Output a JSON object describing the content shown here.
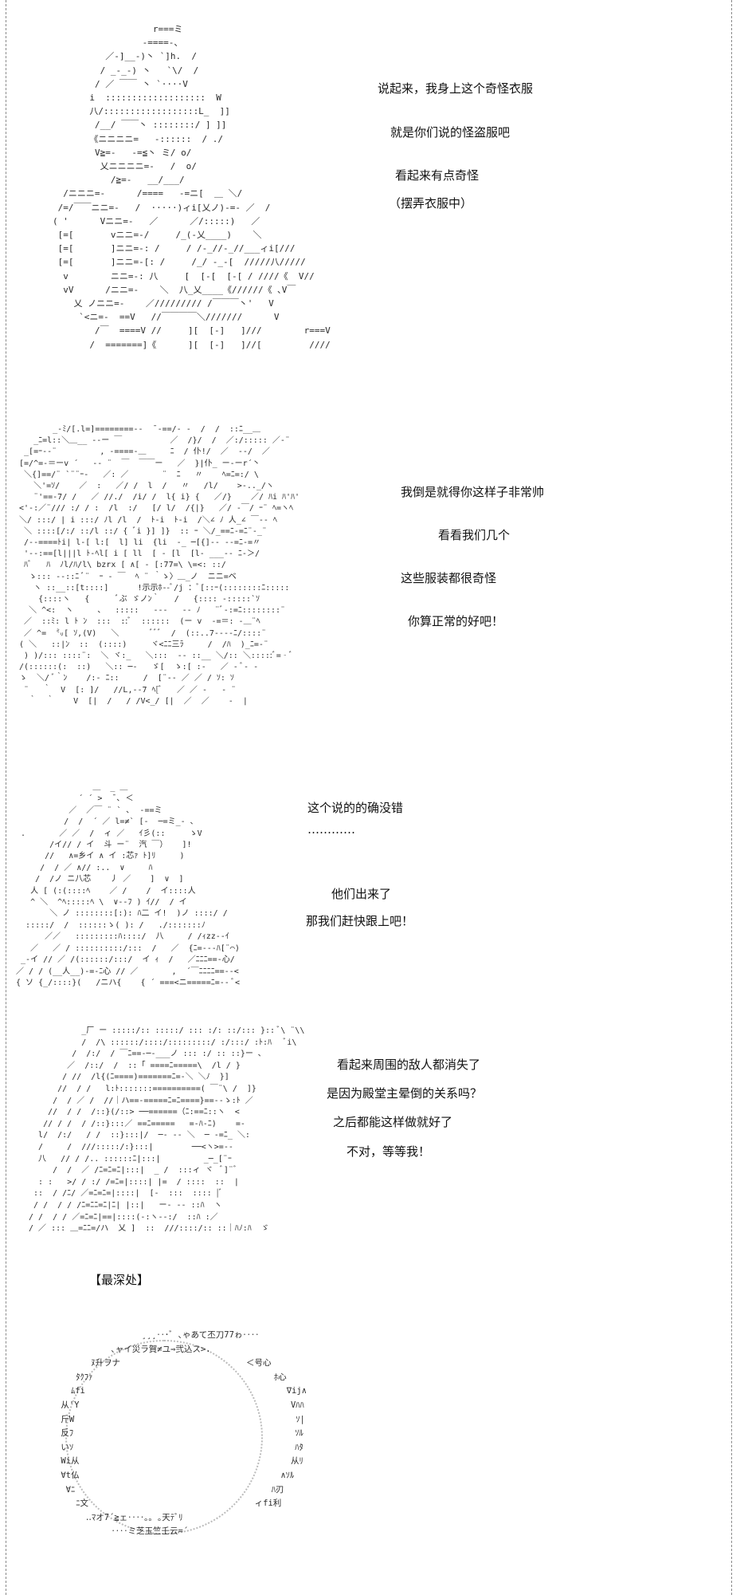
{
  "panel1": {
    "art": "                   r===ミ\n                 -====-、\n          ／-]__-)丶 `]h.  /\n         / _-_-) 丶   `\\/  /\n        / ／ ￣￣ 丶 `····V\n       i  :::::::::::::::::::  W\n       八/::::::::::::::::::L_  ]]\n        /__/ ￣￣丶 ::::::::/ ] ]]\n       《ニニニニ=   -::::::  / ./\n        V≧=-   -=≦丶 ミ/ o/\n         乂ニニニニ=-   /  o/\n           /≧=-   __/___/\n  /ニニニ=-      /====   -=ニ[  ＿ ＼/\n /=/￣￣ニニ=-   /  ·····)ィi[乂ノ)-=- ／  /\n( '      Vニニ=-   ／      ／/:::::)   ／\n [=[       vニニ=-/     /_(-乂____)    ＼\n [=[       ]ニニ=-: /     / /-_//-_//___ィi[///\n [=[       ]ニニ=-[: /     /_/ -_-[  /////八/////\n  v        ニニ=-: 八     [  [-[  [-[ / ////《  V//\n  vV      /ニニ=-    ＼  八_乂____《//////《 ､V￣\n    乂 ノニニ=-    ／///////// /￣￣￣丶'   V\n     `<ニ=-  ==V   //￣￣￣￣＼///////      V\n        /￣  ====V //     ][  [-]   ]///        r===V\n       /  =======]《      ][  [-]   ]//[         ////",
    "lines": [
      "说起来，我身上这个奇怪衣服",
      "就是你们说的怪盗服吧",
      "看起来有点奇怪",
      "（摆弄衣服中）"
    ]
  },
  "panel2": {
    "art": "        _-ﾐ/[.l=]========-‐  ̄ ‐==/- -  /  /  ::ﾆ__＿\n    _ﾆ=l::＼＿__ -‐ー ￣          ／  /}/  /  ／:/::::: ／-¨\n  _[=ｰ‐-¨         , ‐====-＿     ﾆ  / 仆!/  ／  ‐-/  ／\n [=/^=-＝ーv ´   -‐ ¨  ￣  ￣￣ー   ／  }|仆_ ー‐ーr´丶\n  ＼{]==/¨ `¨¨ｰ-   ／: ／       ¨  ﾆ   〃    ﾍ=ﾆ=:/ \\\n    ＼'=ｿ/    ／  :   ／/ /  l  /   〃   /l/    >-.._/ヽ\n    ¨'==-7/ /   ／ //./  /i/ /  l{ i} {   ／/}    ／/ ﾊi ﾊ'ﾊ'\n <'-:／¨/// :/ / :  /l  :/   [/ l/  /{|}   ／/ ‐￣/ ｰ¨ ﾍ=ヽﾍ\n ＼/ :::/ | i :::/ ﾉl /l  /  ﾄ‐i  ﾄ‐i  /＼∠ ﾉ 人_∠ ￣-‐ ﾍ\n  ＼ ::::[/:/ ::/l ::/ { ﾞi }] ]}  :: ｰ ＼/_==ﾆ-=ﾆ¨-_¨\n  /--====ﾄi| l-[ l:[  l] li  {li  ‐_ ─[{]-- ‐-=ﾆ-=〃\n  '--:==[l|||l ﾄ‐ﾍl[ i [ ll  [ ‐ [l  [l- ___‐‐ ﾆ-＞/\n  ﾊﾞ   ﾊ  ﾉl/ﾊ/l\\ bzrx [ ∧[ ‐ [:77=\\ \\=<: ::/\n   ゝ::: ‐‐::ﾆ ﾞ¨  ｰ ‐ ￣  ﾍ ¨ ｀ゝ〉＿_ノ  ニニ=ベ\n    ヽ ::__::[t::::]      !示示ﾎ‐-ﾞ/j ：ﾞ[::ｰ(::::::::ﾆ:::::\n     {::::ヽ   {      ﾞぶ ゞノﾝ｀   /   {:::: ‐:::::`ｿ\n   ＼ ^<:  ヽ     、  :::::   ‐‐-   ‐‐ ﾉ   ¨ﾞ-:=ﾆ::::::::¨\n  ／  ::ﾐ: l ﾄ ﾝ  :::  ::ﾞ  ::::::  (ー v  ‐=＝: ‐＿¨ﾍ\n  ／ ^=  ㍉[ ｿ,(V)   ＼       ﾞﾞﾞ  /  (::..7‐‐‐‐ﾆ/::::¨\n ( ＼   ::|ﾝ  ::  (::::)     ヾ<ﾆﾆ三ﾗ     /  /ﾊ  )_ﾆ=‐¨\n  ) )/::: ::::¨:  ＼ ヾ:_   ＼:::  ‐- ::__ ＼/:: ＼:::::ﾞ=‐ﾞ\n /(::::::(:  ::)   ＼:: ─‐   ゞ[  ゝ:[ :‐   ／ ‐ ﾞ‐ ‐\n ゝ  ＼/ ﾞ｀ﾝ    /:‐ ﾆ::     /  [¨‐‐ ／ ／ / ｿ: ｿ\n  ¨   ｀  V  [: ]/   //L,--7 ﾍ[ﾞ   ／ ／ ‐   ‐ ¨\n   ｀  ｀    V  [|  /   / /V<_/ [|  ／  ／    ‐  |",
    "lines": [
      "我倒是就得你这样子非常帅",
      "看看我们几个",
      "这些服装都很奇怪",
      "你算正常的好吧！"
    ]
  },
  "panel3": {
    "art": "                 ＿  _ ＿\n              ´ ´ >  ̄ ､ ＜\n            ／  ／￣ ¨ ` ､  -==ミ\n           /  /  ´ ／ l=≠` [-  ─=ミ_‐ ､\n  .       ／ ／  /  ィ ／   ｲ彡(::     ゝV\n        /イ// / イ  斗 ー¨  汽 ￣）   ]!\n       //   ∧=乡イ ∧ イ :芯ｧ ﾄ]ﾘ     )\n      /  / ／ ∧// :..  ∨     ﾊ\n     /  /ノ ニ八芯    丿 ／    ]  ∨  ]\n    人 [ (:(::::ﾍ    ／ /    /  イ::::人\n    ^ ＼  ^ﾍ:::::ﾍ \\  ∨-‐ﾌ ) ｲ//  / イ\n        ＼ ノ ::::::::[:): ﾊ二 イ!  )ノ ::::/ /\n   :::::/  /  ::::::ゝ( ): /   ./:::::::ﾉ\n       ／／   :::::::::ﾊ::::/  八     / /ｨzz‐‐ｲ\n    ／   ／ / ::::::::::/:::  /   ／  {ﾆ=‐-‐ﾊ[¨⌒)\n  _-イ // ／ /(::::::/:::/  イ ｨ  /   ／ﾆﾆﾆ==-心/\n ／ / / (__人__)-=-ﾆ心 // ／       ,  ´￣ﾆﾆﾆﾆ==-‐<\n { ソ {_/::::}(   /ニハ{    { ´ ===<ニ=====ﾆ=-‐ ﾞ<",
    "lines": [
      "这个说的的确没错",
      "…………",
      "他们出来了",
      "那我们赶快跟上吧！"
    ]
  },
  "panel4": {
    "art": "            _厂 ー :::::/:: :::::/ ::: :/: ::/::: }:: ﾞ\\ ¨\\\\\n            /  /\\ ::::::/::::/:::::::::/ :/:::/ :ﾄ:ﾊ   ﾞi\\\n          /  /:/  / ￣ﾆ==-─‐___ノ ::: :/ :: ::}ー ､\n         ／  /::/  /  ::「 ====ﾆ=====\\  /l / }\n        / //  /l{(ﾆ====)=======ﾆ=-＼ ＼ﾉ  }]\n       //  / /   l:ﾄ:::::::==========( ￣¨\\ /  ]}\n      /  / ／ /  //｜ハ==-=====ﾆ=ﾆ====}==-‐ゝ:ﾄ ／\n     //  / /  /::}(/::> ──======（ﾆ:==ﾆ::ヽ  <\n    // / /  / /::}:::／ ==ﾆ=====   =-ﾊ‐ﾆ)    =-\n   l/  /:/   / /  ::}:::|/  ─‐ ‐‐ ＼  ─ ‐=ﾆ_ ＼:\n   /     /  ///:::::/:}:::|        ──<ヽ>=-‐\n   八   // / /.. ::::::ﾆ|:::|         _─_[¨ｰ\n      /  /  ／ /ﾆ=ﾆ=ﾆ|:::|  _ /  :::ィ ヾ  ﾞ]¨ﾞ\n   : :   >/ / :/ /=ﾆ=|::::| |=  / ::::  ::  |\n  ::  / /ﾆ/ ／=ﾆ=ﾆ=|::::|  [‐  :::  :::: |ﾞ\n  / /  / / /ﾆ=ﾆﾆ=ﾆ|ﾆ| |::|   ー‐ ‐‐ ::ﾊ  ヽ\n / /  / / ／=ﾆ=ﾆ|==|::::(‐:ヽ‐‐:/  ::ﾊ :／\n / ／ ::: ＿=ﾆﾆ=/ハ  乂 ]  ::  ///::::/:: ::｜ﾊﾉ:ﾊ  ゞ",
    "lines": [
      "看起来周围的敌人都消失了",
      "是因为殿堂主晕倒的关系吗？",
      "之后都能这样做就好了",
      "不对，等等我！"
    ]
  },
  "heading": "【最深处】",
  "ring": {
    "art": "                 ¸¸¸‥･ﾞ ､ゃあて丕刀77ゎ‥‥\n           ､ャイ災ラ賀≠ユ⇒弐込ス>.\n       ﾇ升ヲナ                         ＜号心\n    ﾀｸﾌｧ                                    ﾎ心\n   ﾑfi                                        ∇ij∧\n 从'Y                                          Vﾊﾊ\n 斤W                                            ｿ|\n 反ﾌ                                            ｿﾙ\n いｿ                                            ﾊﾀ\n Wi从                                          从ﾘ\n ∀t仏                                        ∧ｿﾙ\n  ∀ﾆ                                       ﾊ刃\n    ﾆ文                                 ィfi利\n      ‥ﾏオ7´≧ェ‥‥｡｡ ｡天ﾃﾞﾘ\n           ‥‥ミ芝玉竺壬云=´"
  }
}
